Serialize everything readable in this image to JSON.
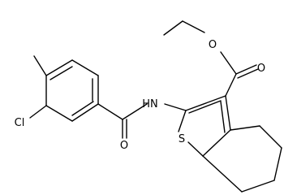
{
  "structure": {
    "atoms": {
      "chloro": "Cl",
      "amide_nitrogen": "HN",
      "amide_oxygen": "O",
      "ester_ether_oxygen": "O",
      "ester_carbonyl_oxygen": "O",
      "thiophene_sulfur": "S"
    }
  }
}
